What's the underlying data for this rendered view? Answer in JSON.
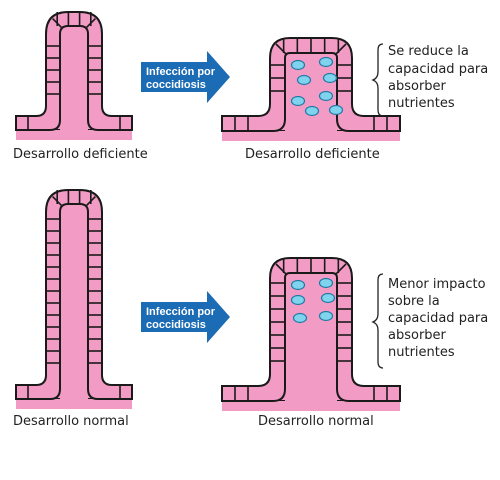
{
  "colors": {
    "tissue": "#f29bc4",
    "outline": "#1a1a1a",
    "arrow": "#1b6bb5",
    "parasite_fill": "#7fd3ec",
    "parasite_stroke": "#1f7aa5"
  },
  "top_row": {
    "left_caption": "Desarrollo deficiente",
    "arrow_label_1": "Infección por",
    "arrow_label_2": "coccidiosis",
    "right_caption": "Desarrollo deficiente",
    "note_lines": [
      "Se reduce la",
      "capacidad para",
      "absorber",
      "nutrientes"
    ]
  },
  "bottom_row": {
    "left_caption": "Desarrollo normal",
    "arrow_label_1": "Infección por",
    "arrow_label_2": "coccidiosis",
    "right_caption": "Desarrollo normal",
    "note_lines": [
      "Menor impacto",
      "sobre la",
      "capacidad para",
      "absorber",
      "nutrientes"
    ]
  }
}
